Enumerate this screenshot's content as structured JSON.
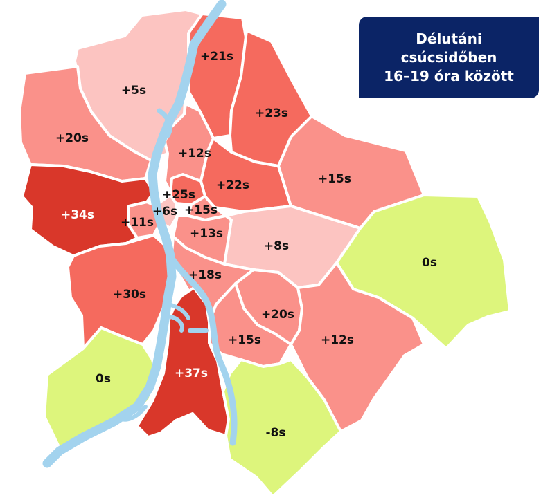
{
  "title": {
    "lines": [
      "Délutáni",
      "csúcsidőben",
      "16–19 óra között"
    ],
    "background": "#0b2466",
    "text_color": "#ffffff"
  },
  "colors": {
    "negative_or_zero": "#ddf57c",
    "low": "#fcc4c1",
    "mid": "#fa918a",
    "high": "#f56a5e",
    "max": "#d9372a",
    "river": "#a3d3ee",
    "border": "#ffffff"
  },
  "districts": [
    {
      "id": "d3",
      "label": "+21s",
      "tone": "high"
    },
    {
      "id": "d15",
      "label": "+23s",
      "tone": "high"
    },
    {
      "id": "d2",
      "label": "+5s",
      "tone": "low"
    },
    {
      "id": "d12",
      "label": "+20s",
      "tone": "mid"
    },
    {
      "id": "d4",
      "label": "+12s",
      "tone": "mid"
    },
    {
      "id": "d14",
      "label": "+22s",
      "tone": "high"
    },
    {
      "id": "d16",
      "label": "+15s",
      "tone": "mid"
    },
    {
      "id": "d13",
      "label": "+25s",
      "tone": "high"
    },
    {
      "id": "d7",
      "label": "+15s",
      "tone": "mid"
    },
    {
      "id": "d1",
      "label": "+11s",
      "tone": "mid"
    },
    {
      "id": "d5",
      "label": "+6s",
      "tone": "low"
    },
    {
      "id": "d8",
      "label": "+13s",
      "tone": "mid"
    },
    {
      "id": "d11",
      "label": "+34s",
      "tone": "max"
    },
    {
      "id": "d10",
      "label": "+8s",
      "tone": "low"
    },
    {
      "id": "d17",
      "label": "0s",
      "tone": "negative_or_zero"
    },
    {
      "id": "d9",
      "label": "+18s",
      "tone": "mid"
    },
    {
      "id": "d22b",
      "label": "+30s",
      "tone": "high"
    },
    {
      "id": "d19",
      "label": "+20s",
      "tone": "mid"
    },
    {
      "id": "d18",
      "label": "+12s",
      "tone": "mid"
    },
    {
      "id": "d20",
      "label": "+15s",
      "tone": "mid"
    },
    {
      "id": "d21",
      "label": "+37s",
      "tone": "max"
    },
    {
      "id": "d22",
      "label": "0s",
      "tone": "negative_or_zero"
    },
    {
      "id": "d23",
      "label": "-8s",
      "tone": "negative_or_zero"
    }
  ]
}
